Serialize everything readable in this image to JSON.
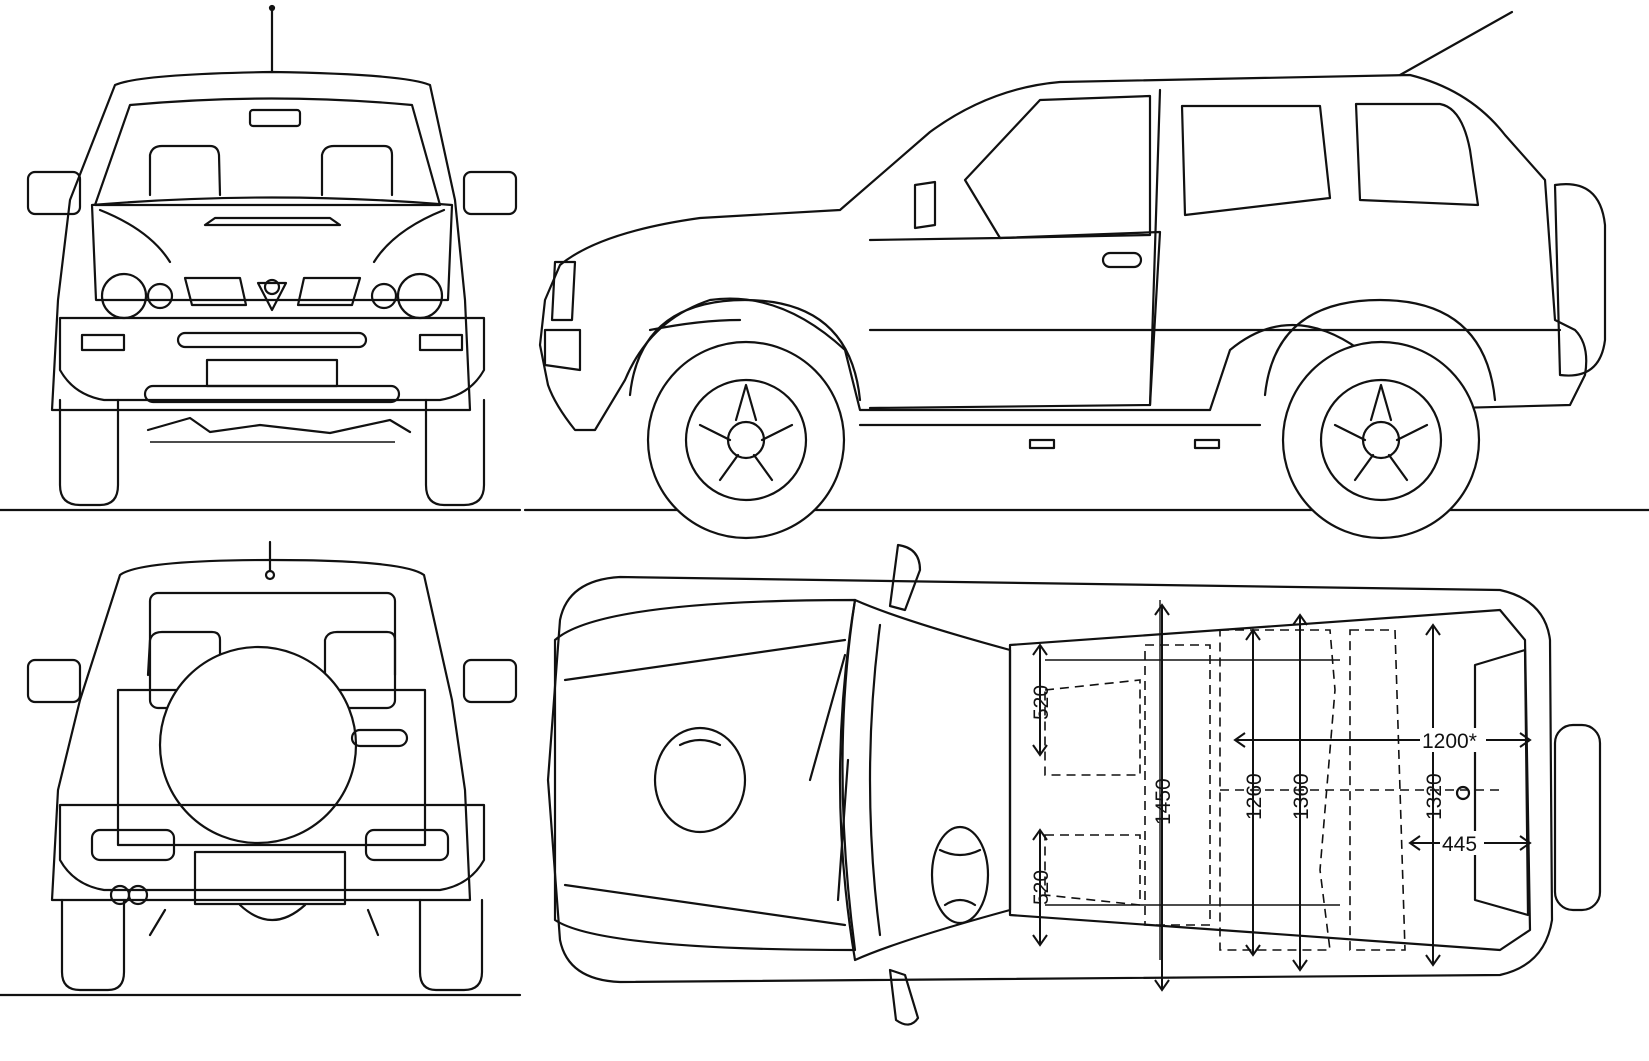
{
  "views": {
    "front": "front view",
    "side": "side view",
    "rear": "rear view",
    "top": "top view"
  },
  "dimensions": {
    "seat_depth_front": "520",
    "seat_depth_rear": "520",
    "interior_width": "1450",
    "rear_width_1260": "1260",
    "rear_width_1360": "1360",
    "cargo_width": "1320",
    "cargo_length": "1200*",
    "cargo_depth": "445"
  },
  "colors": {
    "line": "#111111",
    "background": "#ffffff"
  }
}
